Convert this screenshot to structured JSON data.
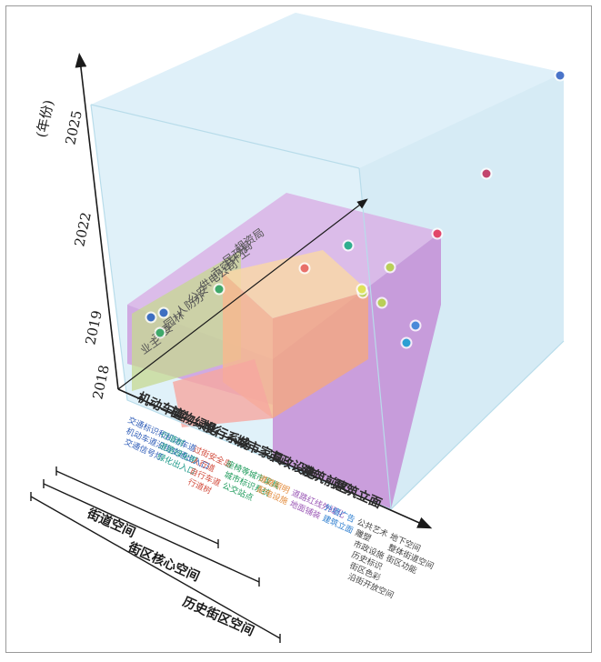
{
  "y_axis": {
    "unit": "(年份)",
    "ticks": [
      "2025",
      "2022",
      "2019",
      "2018"
    ]
  },
  "depth_labels": [
    "规资局",
    "民政局",
    "市容环卫",
    "供电公司",
    "公安",
    "人防办",
    "园林",
    "交委",
    "业主"
  ],
  "categories": [
    {
      "title": "机动车道",
      "color": "#2b2b2b",
      "items": [
        "交通标识和机动车道",
        "机动车道沿街交通出入口",
        "交通信号灯"
      ],
      "item_color": "#2f5db8"
    },
    {
      "title": "植物绿化",
      "color": "#2b2b2b",
      "items": [
        "行道树",
        "道路绿化带",
        "绿化出入口"
      ],
      "item_color": "#1e9a8a"
    },
    {
      "title": "慢行系统",
      "color": "#2b2b2b",
      "items": [
        "过街安全岛",
        "人行道",
        "自行车道",
        "行道树"
      ],
      "item_color": "#d24b3c"
    },
    {
      "title": "城市家具",
      "color": "#2b2b2b",
      "items": [
        "座椅等城市家具",
        "城市标识系统",
        "公交站点"
      ],
      "item_color": "#1c9a5a"
    },
    {
      "title": "市政设施",
      "color": "#2b2b2b",
      "items": [
        "道路照明",
        "配电设施"
      ],
      "item_color": "#e38a3a"
    },
    {
      "title": "建筑前区",
      "color": "#2b2b2b",
      "items": [
        "道路红线外绿化",
        "地面铺装"
      ],
      "item_color": "#9b59b6"
    },
    {
      "title": "建筑立面",
      "color": "#2b2b2b",
      "items": [
        "外墙广告",
        "建筑立面"
      ],
      "item_color": "#2f7fd0"
    },
    {
      "title": "",
      "color": "#2b2b2b",
      "items": [
        "公共艺术",
        "雕塑",
        "市政设施",
        "历史标识",
        "街区色彩",
        "沿街开放空间"
      ],
      "item_color": "#444444"
    },
    {
      "title": "",
      "color": "#2b2b2b",
      "items": [
        "地下空间",
        "整体街道空间",
        "街区功能"
      ],
      "item_color": "#444444"
    }
  ],
  "brackets": [
    {
      "label": "街道空间"
    },
    {
      "label": "街区核心空间"
    },
    {
      "label": "历史街区空间"
    }
  ],
  "colors": {
    "cube_fill": "#cfe9f5",
    "cube_edge": "#b8dcea",
    "purple": "#c07ad0",
    "orange": "#f6b98f",
    "salmon": "#f6a8a0",
    "green": "#c7d890",
    "axis": "#1a1a1a"
  },
  "points": [
    {
      "color": "#4a74c9"
    },
    {
      "color": "#c2466e"
    },
    {
      "color": "#e2456a"
    },
    {
      "color": "#2fae8f"
    },
    {
      "color": "#b9cf58"
    },
    {
      "color": "#e8706a"
    },
    {
      "color": "#b9cf58"
    },
    {
      "color": "#b9cf58"
    },
    {
      "color": "#dfe25a"
    },
    {
      "color": "#4a8ad9"
    },
    {
      "color": "#2d9fd3"
    },
    {
      "color": "#3e6fc1"
    },
    {
      "color": "#3e6fc1"
    },
    {
      "color": "#3fa86a"
    },
    {
      "color": "#3fa86a"
    }
  ]
}
